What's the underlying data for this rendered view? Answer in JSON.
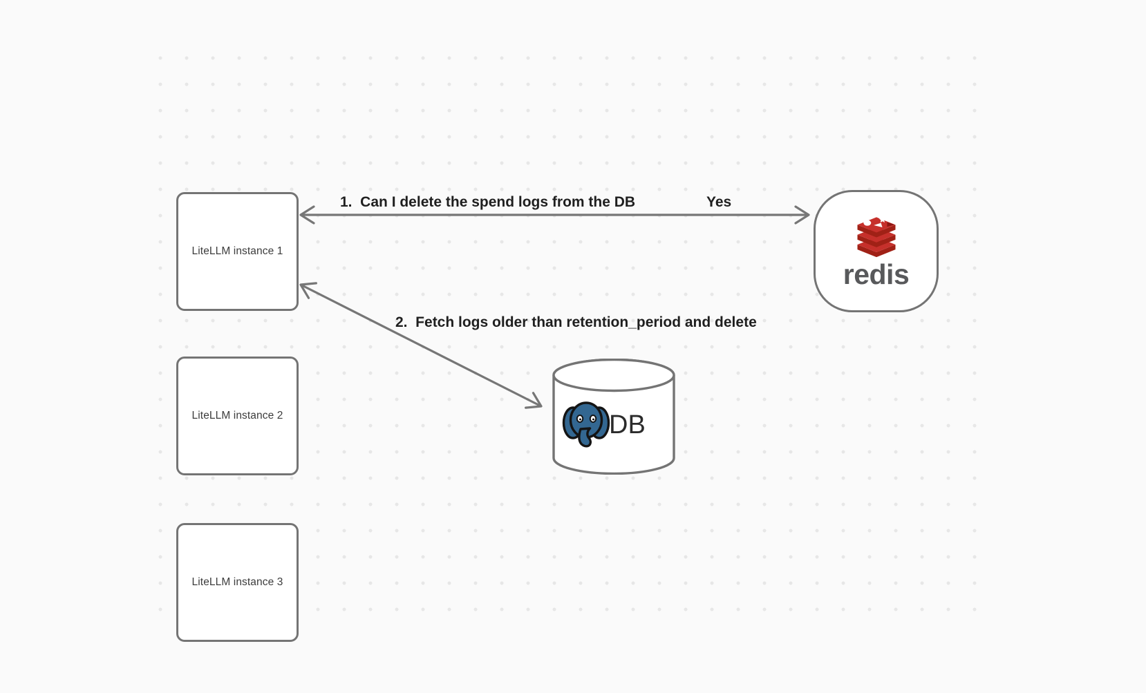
{
  "diagram": {
    "instances": [
      {
        "label": "LiteLLM instance 1"
      },
      {
        "label": "LiteLLM instance 2"
      },
      {
        "label": "LiteLLM instance 3"
      }
    ],
    "redis": {
      "wordmark": "redis",
      "icon": "redis-stack-logo-icon"
    },
    "db": {
      "label": "DB",
      "icon": "postgresql-elephant-icon"
    },
    "edges": [
      {
        "label": "1.  Can I delete the spend logs from the DB",
        "response": "Yes"
      },
      {
        "label": "2.  Fetch logs older than retention_period and delete"
      }
    ],
    "colors": {
      "stroke_gray": "#747474",
      "edge_label_text": "#1f1f1f",
      "node_text": "#3c3c3c",
      "redis_red": "#C6302B",
      "redis_dark_red": "#8C1813",
      "redis_side_red": "#A02116",
      "redis_wordmark_gray": "#58595b",
      "postgres_blue": "#336791",
      "background": "#fafafa",
      "dot": "#e7e7e7"
    }
  }
}
